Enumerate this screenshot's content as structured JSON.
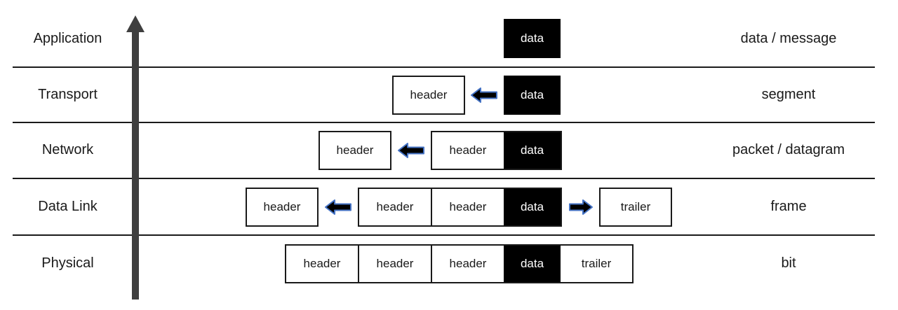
{
  "layers": [
    {
      "name": "Application",
      "unit": "data / message"
    },
    {
      "name": "Transport",
      "unit": "segment"
    },
    {
      "name": "Network",
      "unit": "packet / datagram"
    },
    {
      "name": "Data Link",
      "unit": "frame"
    },
    {
      "name": "Physical",
      "unit": "bit"
    }
  ],
  "box_labels": {
    "header": "header",
    "data": "data",
    "trailer": "trailer"
  },
  "colors": {
    "data_box_bg": "#000000",
    "data_box_text": "#ffffff",
    "box_border": "#1a1a1a",
    "separator_line": "#1a1a1a",
    "block_arrow_fill": "#000000",
    "block_arrow_outline": "#4472C4",
    "flow_arrow": "#3f3f3f"
  }
}
